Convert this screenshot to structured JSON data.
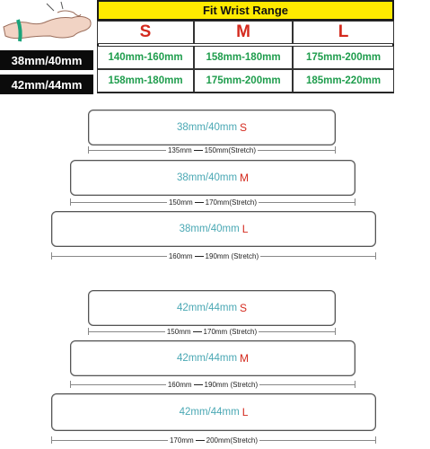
{
  "table": {
    "title": "Fit Wrist Range",
    "sizes": [
      "S",
      "M",
      "L"
    ],
    "rows": [
      {
        "label": "38mm/40mm",
        "values": [
          "140mm-160mm",
          "158mm-180mm",
          "175mm-200mm"
        ]
      },
      {
        "label": "42mm/44mm",
        "values": [
          "158mm-180mm",
          "175mm-200mm",
          "185mm-220mm"
        ]
      }
    ]
  },
  "bands": [
    {
      "case": "38mm/40mm",
      "size": "S",
      "range_from": "135mm",
      "range_to": "150mm(Stretch)"
    },
    {
      "case": "38mm/40mm",
      "size": "M",
      "range_from": "150mm",
      "range_to": "170mm(Stretch)"
    },
    {
      "case": "38mm/40mm",
      "size": "L",
      "range_from": "160mm",
      "range_to": "190mm (Stretch)"
    },
    {
      "case": "42mm/44mm",
      "size": "S",
      "range_from": "150mm",
      "range_to": "170mm (Stretch)"
    },
    {
      "case": "42mm/44mm",
      "size": "M",
      "range_from": "160mm",
      "range_to": "190mm (Stretch)"
    },
    {
      "case": "42mm/44mm",
      "size": "L",
      "range_from": "170mm",
      "range_to": "200mm(Stretch)"
    }
  ],
  "colors": {
    "size_red": "#d42a1e",
    "value_green": "#1f9d4d",
    "band_teal": "#4aa8b4",
    "title_yellow": "#ffea00"
  }
}
